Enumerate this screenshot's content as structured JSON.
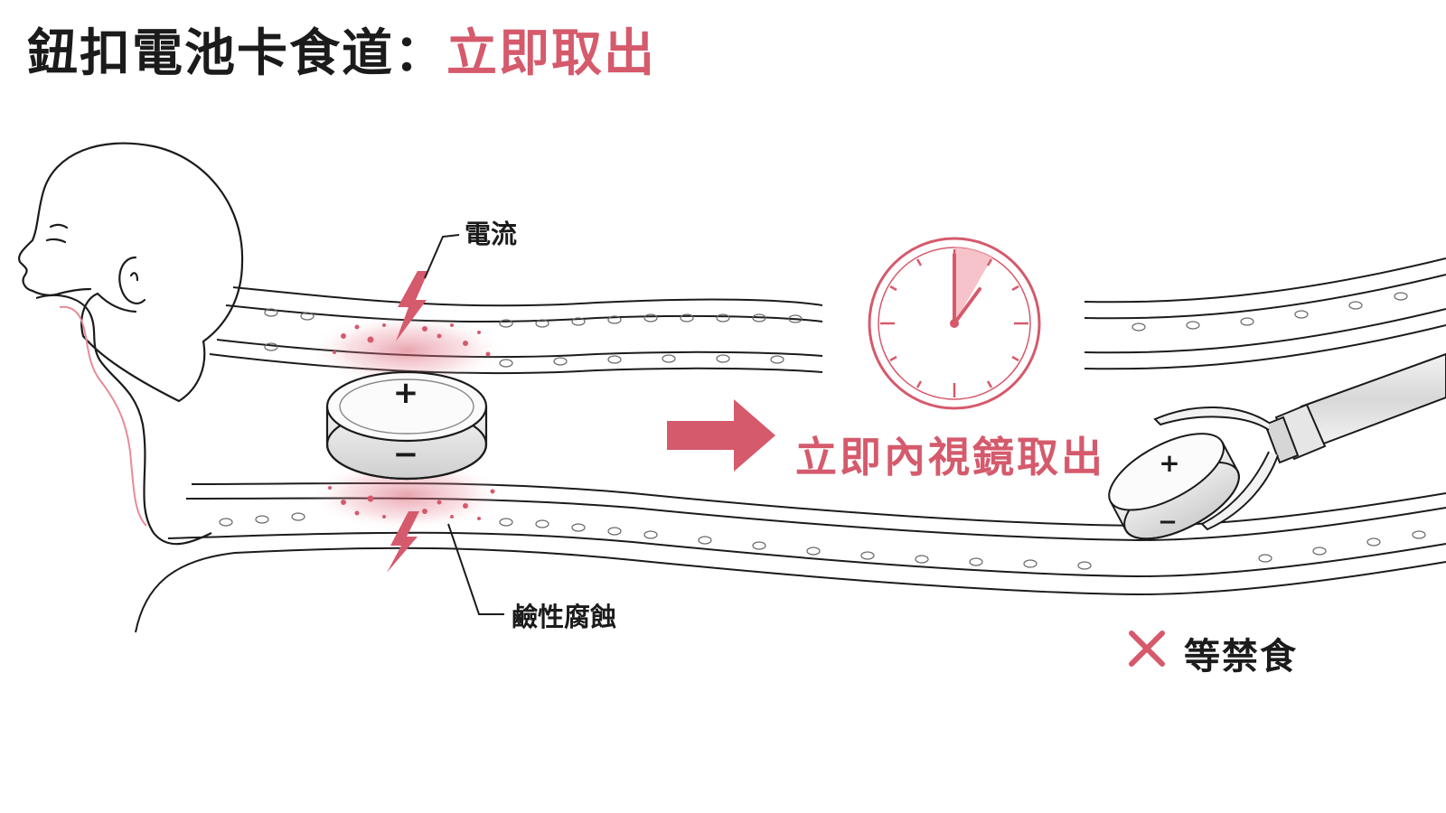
{
  "title": {
    "part1": "鈕扣電池卡食道：",
    "part2": "立即取出"
  },
  "labels": {
    "current": "電流",
    "alkali_corrosion": "鹼性腐蝕",
    "immediate_endoscopic_removal": "立即內視鏡取出",
    "no_fasting_wait": "等禁食"
  },
  "battery_signs": {
    "positive": "+",
    "negative": "−"
  },
  "colors": {
    "accent_red": "#d55a6c",
    "ink": "#1b1b1b",
    "background": "#ffffff"
  },
  "icons": [
    "child-head-icon",
    "esophagus-diagram",
    "button-battery-icon",
    "lightning-bolt-icon",
    "clock-icon",
    "arrow-right-icon",
    "endoscope-forceps-icon",
    "cross-mark-icon"
  ]
}
